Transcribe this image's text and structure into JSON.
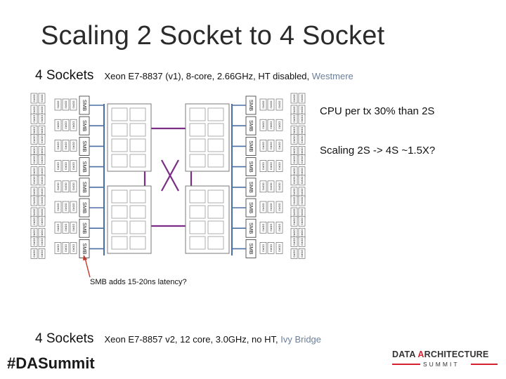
{
  "title": "Scaling 2 Socket to 4 Socket",
  "section1": {
    "label": "4 Sockets",
    "spec": "Xeon E7-8837 (v1), 8-core, 2.66GHz, HT disabled,",
    "generation": "Westmere"
  },
  "notes": [
    "CPU per tx 30% than 2S",
    "Scaling 2S -> 4S  ~1.5X?"
  ],
  "smb_note": "SMB adds 15-20ns latency?",
  "section2": {
    "label": "4 Sockets",
    "spec": "Xeon E7-8857 v2, 12 core, 3.0GHz, no HT,",
    "generation": "Ivy Bridge"
  },
  "diagram": {
    "smb_label": "SMB",
    "dimm_label": "DDR3",
    "smb_per_side": 8,
    "dimms_per_smb": 4
  },
  "colors": {
    "socket_fill": "#ffffff",
    "socket_border": "#7a7a7a",
    "core_border": "#9a9a9a",
    "link": "#7b2d86",
    "bus": "#4a6fa5",
    "arrow": "#c0392b",
    "generation_text": "#6b7f99",
    "brand_red": "#d6202c"
  },
  "footer": {
    "hashtag": "#DASummit",
    "logo_prefix": "DATA ",
    "logo_accent": "A",
    "logo_rest": "RCHITECTURE",
    "logo_sub": "SUMMIT"
  }
}
